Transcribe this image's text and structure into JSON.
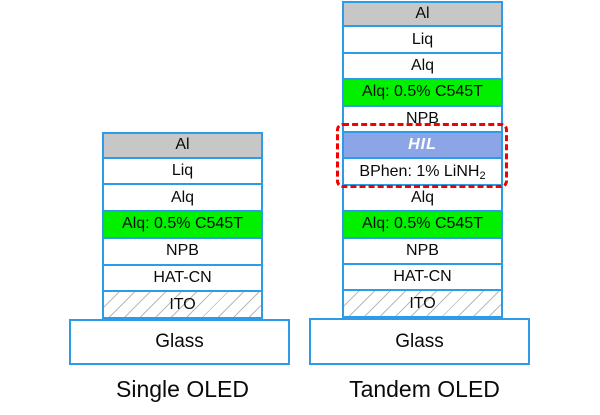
{
  "devices": [
    {
      "caption": "Single OLED",
      "substrate": "Glass",
      "layers": [
        {
          "label": "Al"
        },
        {
          "label": "Liq"
        },
        {
          "label": "Alq"
        },
        {
          "label": "Alq: 0.5% C545T"
        },
        {
          "label": "NPB"
        },
        {
          "label": "HAT-CN"
        },
        {
          "label": "ITO"
        }
      ]
    },
    {
      "caption": "Tandem OLED",
      "substrate": "Glass",
      "layers": [
        {
          "label": "Al"
        },
        {
          "label": "Liq"
        },
        {
          "label": "Alq"
        },
        {
          "label": "Alq: 0.5% C545T"
        },
        {
          "label": "NPB"
        },
        {
          "label": "HIL"
        },
        {
          "label": "BPhen: 1% LiNH",
          "subscript": "2"
        },
        {
          "label": "Alq"
        },
        {
          "label": "Alq: 0.5% C545T"
        },
        {
          "label": "NPB"
        },
        {
          "label": "HAT-CN"
        },
        {
          "label": "ITO"
        }
      ]
    }
  ],
  "colors": {
    "layer_border": "#2E9BE8",
    "metal_fill": "#C7C7C7",
    "emitter_fill": "#00F000",
    "hil_fill": "#8CA5E6",
    "highlight_border": "#F40000"
  }
}
